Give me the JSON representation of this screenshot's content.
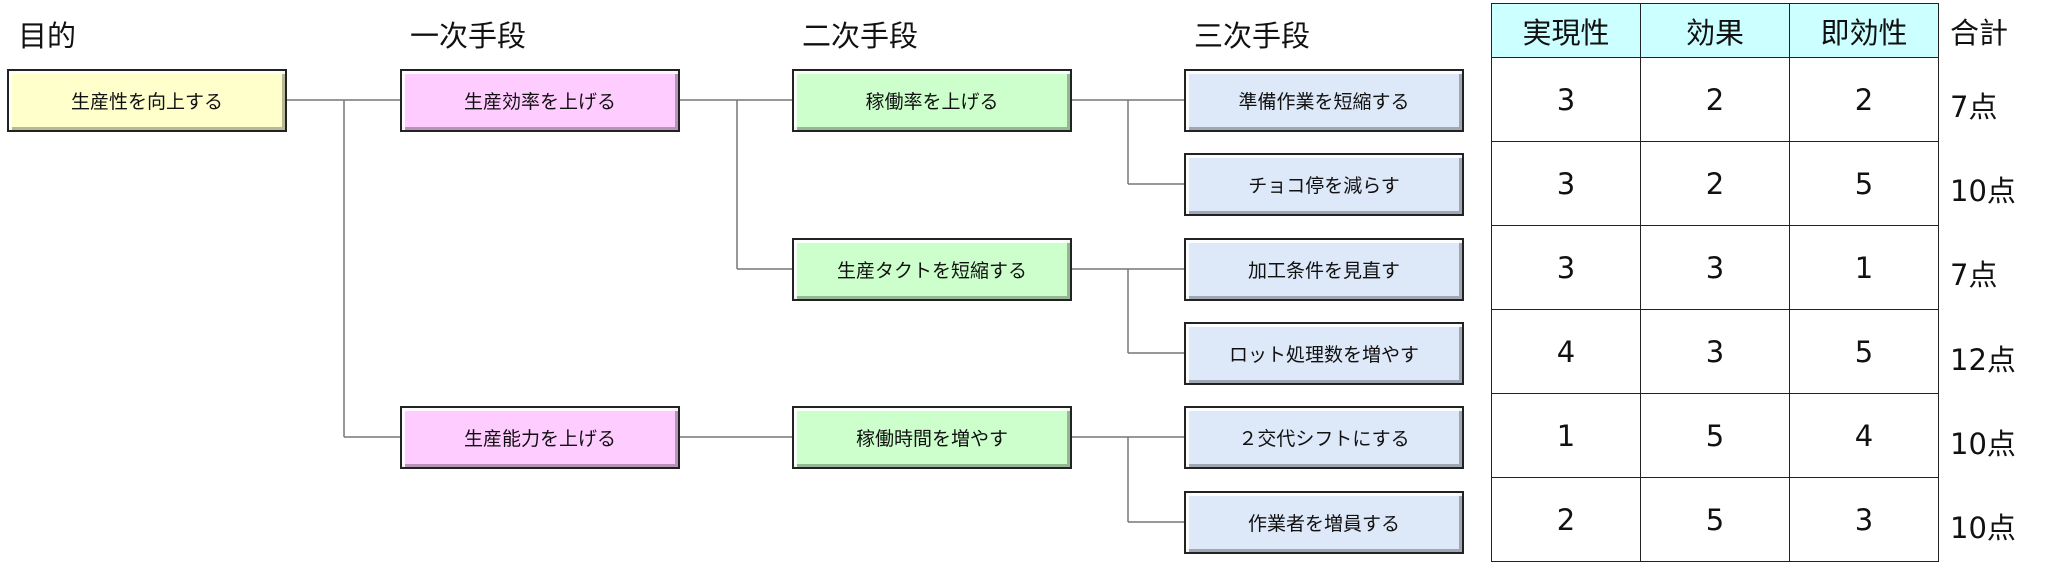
{
  "headers": {
    "purpose": "目的",
    "primary": "一次手段",
    "secondary": "二次手段",
    "tertiary": "三次手段"
  },
  "nodes": {
    "purpose": "生産性を向上する",
    "primary": [
      "生産効率を上げる",
      "生産能力を上げる"
    ],
    "secondary": [
      "稼働率を上げる",
      "生産タクトを短縮する",
      "稼働時間を増やす"
    ],
    "tertiary": [
      "準備作業を短縮する",
      "チョコ停を減らす",
      "加工条件を見直す",
      "ロット処理数を増やす",
      "２交代シフトにする",
      "作業者を増員する"
    ]
  },
  "colors": {
    "purpose": "#ffffcc",
    "primary": "#ffccff",
    "secondary": "#ccffcc",
    "tertiary": "#dde8f8",
    "table_header": "#ccffff"
  },
  "table": {
    "columns": [
      "実現性",
      "効果",
      "即効性"
    ],
    "rows": [
      [
        "3",
        "2",
        "2"
      ],
      [
        "3",
        "2",
        "5"
      ],
      [
        "3",
        "3",
        "1"
      ],
      [
        "4",
        "3",
        "5"
      ],
      [
        "1",
        "5",
        "4"
      ],
      [
        "2",
        "5",
        "3"
      ]
    ],
    "total_header": "合計",
    "totals": [
      "7点",
      "10点",
      "7点",
      "12点",
      "10点",
      "10点"
    ]
  }
}
